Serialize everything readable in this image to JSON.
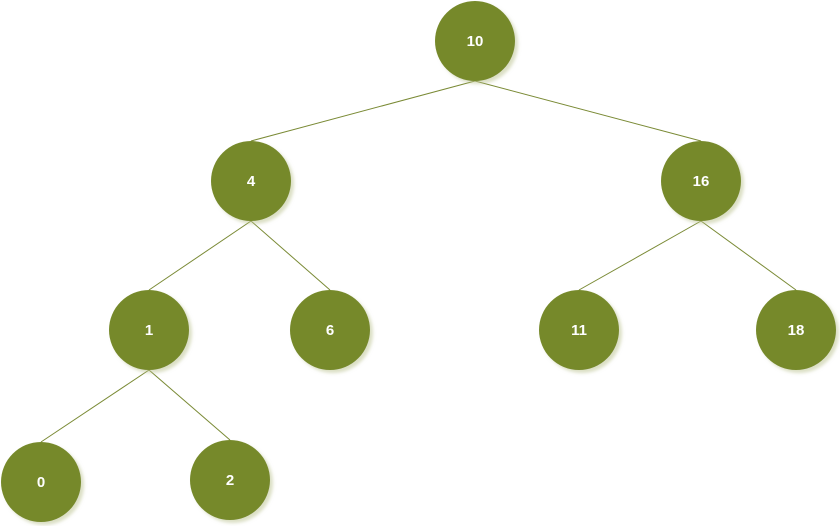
{
  "tree": {
    "node_color": "#76892b",
    "edge_color": "#7a8a35",
    "nodes": [
      {
        "id": "n10",
        "label": "10"
      },
      {
        "id": "n4",
        "label": "4"
      },
      {
        "id": "n16",
        "label": "16"
      },
      {
        "id": "n1",
        "label": "1"
      },
      {
        "id": "n6",
        "label": "6"
      },
      {
        "id": "n11",
        "label": "11"
      },
      {
        "id": "n18",
        "label": "18"
      },
      {
        "id": "n0",
        "label": "0"
      },
      {
        "id": "n2",
        "label": "2"
      }
    ],
    "edges": [
      [
        "n10",
        "n4"
      ],
      [
        "n10",
        "n16"
      ],
      [
        "n4",
        "n1"
      ],
      [
        "n4",
        "n6"
      ],
      [
        "n16",
        "n11"
      ],
      [
        "n16",
        "n18"
      ],
      [
        "n1",
        "n0"
      ],
      [
        "n1",
        "n2"
      ]
    ]
  }
}
